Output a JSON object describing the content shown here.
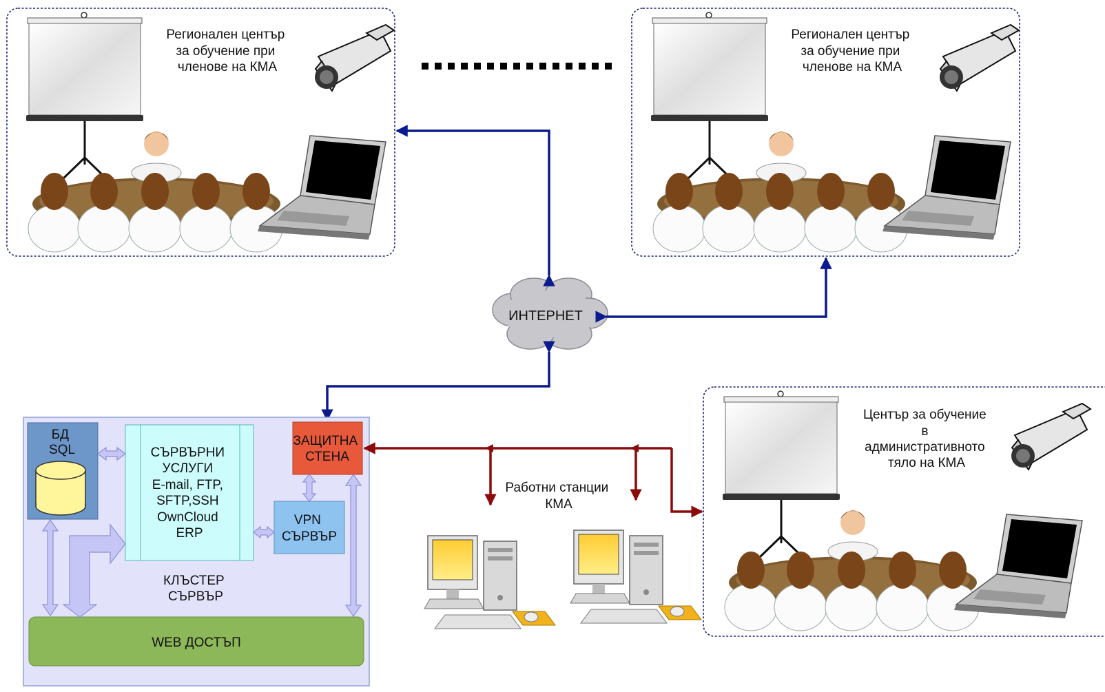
{
  "regional_center_1": {
    "title": [
      "Регионален център",
      "за обучение при",
      "членове на КМА"
    ]
  },
  "regional_center_2": {
    "title": [
      "Регионален център",
      "за обучение при",
      "членове на КМА"
    ]
  },
  "admin_center": {
    "title": [
      "Център за обучение",
      "в",
      "административното",
      "тяло на КМА"
    ]
  },
  "internet": {
    "label": "ИНТЕРНЕТ"
  },
  "workstations": {
    "label": [
      "Работни станции",
      "КМА"
    ]
  },
  "cluster": {
    "db": [
      "БД",
      "SQL"
    ],
    "services": [
      "СЪРВЪРНИ",
      "УСЛУГИ",
      "E-mail, FTP,",
      "SFTP,SSH",
      "OwnCloud",
      "ERP"
    ],
    "firewall": [
      "ЗАЩИТНА",
      "СТЕНА"
    ],
    "vpn": [
      "VPN",
      "СЪРВЪР"
    ],
    "cluster_label": [
      "КЛЪСТЕР",
      "СЪРВЪР"
    ],
    "web_access": "WEB ДОСТЪП"
  },
  "colors": {
    "internet_link": "#0b1a8c",
    "lan_link": "#8b0a0a",
    "cluster_bg": "#e2e2fb",
    "db_box": "#6d96c9",
    "services_box": "#ccfcfc",
    "firewall_box": "#e8593b",
    "vpn_box": "#8ec2ef",
    "web_box": "#8db85a",
    "cloud": "#c8c8cc"
  }
}
